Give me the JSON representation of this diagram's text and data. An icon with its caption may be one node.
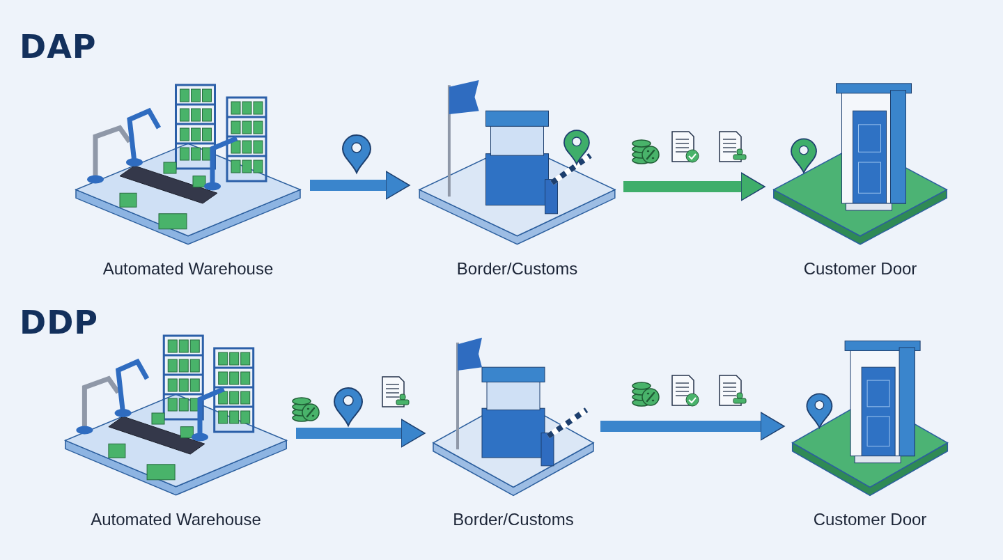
{
  "diagram": {
    "nodes": [
      {
        "text": [
          "Automated Warehouse"
        ]
      },
      {
        "text": [
          "Border/Customs"
        ]
      },
      {
        "text": [
          "Customer Door"
        ]
      },
      {
        "text": [
          "Automated Warehouse"
        ]
      },
      {
        "text": [
          "Border/Customs"
        ]
      },
      {
        "text": [
          "Customer Door"
        ]
      }
    ],
    "edges": [
      {
        "from": 0,
        "to": 1,
        "arrow": "to"
      },
      {
        "from": 1,
        "to": 2,
        "arrow": "to",
        "color": "#3fae6a"
      },
      {
        "from": 3,
        "to": 4,
        "arrow": "to"
      },
      {
        "from": 4,
        "to": 5,
        "arrow": "to"
      }
    ],
    "labels": [
      "DAP",
      "DDP"
    ]
  }
}
